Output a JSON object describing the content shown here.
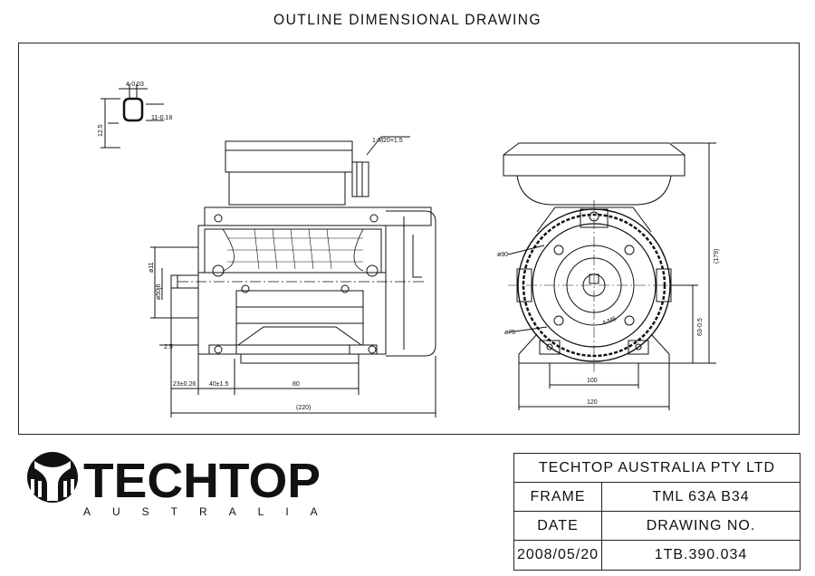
{
  "page": {
    "title": "OUTLINE DIMENSIONAL DRAWING"
  },
  "drawing": {
    "key_detail": {
      "width": "4-0.03",
      "depth": "11-0.18",
      "shaft_dim": "12.5",
      "note": "0"
    },
    "cable_entry": "1-M20×1.5",
    "side_view_dims": {
      "height_a": "ø11",
      "height_b": "ø50j6",
      "shaft_collar": "2.5",
      "d1": "23±0.26",
      "d2": "40±1.5",
      "d3": "80",
      "overall_length": "(220)"
    },
    "end_view_dims": {
      "flange_dia": "ø90",
      "bolt_dia": "ø75",
      "hole_note": "4-M5",
      "overall_height": "(179)",
      "centre_height": "63-0.5",
      "foot_centres": "100",
      "foot_width": "120"
    }
  },
  "company": {
    "logo_text": "TECHTOP",
    "logo_subtext": "AUSTRALIA"
  },
  "title_block": {
    "company_name": "TECHTOP AUSTRALIA PTY LTD",
    "frame_label": "FRAME",
    "frame_value": "TML 63A B34",
    "date_label": "DATE",
    "drawing_no_label": "DRAWING NO.",
    "date_value": "2008/05/20",
    "drawing_no_value": "1TB.390.034"
  }
}
